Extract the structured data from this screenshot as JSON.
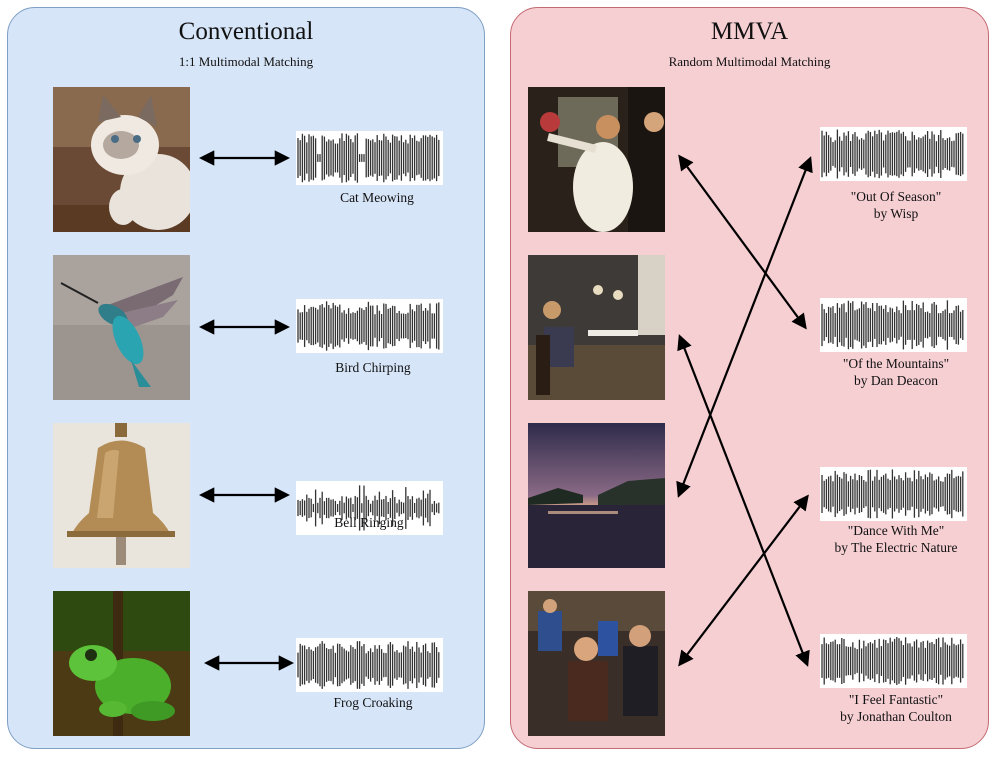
{
  "left_panel": {
    "title": "Conventional",
    "subtitle": "1:1 Multimodal Matching",
    "rows": [
      {
        "image": "kitten-photo",
        "label": "Cat Meowing"
      },
      {
        "image": "hummingbird-photo",
        "label": "Bird Chirping"
      },
      {
        "image": "brass-bell-photo",
        "label": "Bell Ringing"
      },
      {
        "image": "tree-frog-photo",
        "label": "Frog Croaking"
      }
    ]
  },
  "right_panel": {
    "title": "MMVA",
    "subtitle": "Random Multimodal Matching",
    "images": [
      "wedding-dance-photo",
      "restaurant-diner-photo",
      "beach-sunset-photo",
      "sports-fans-photo"
    ],
    "audio": [
      {
        "title": "\"Out Of Season\"",
        "artist": "by Wisp"
      },
      {
        "title": "\"Of the Mountains\"",
        "artist": "by Dan Deacon"
      },
      {
        "title": "\"Dance With Me\"",
        "artist": "by The Electric Nature"
      },
      {
        "title": "\"I Feel Fantastic\"",
        "artist": "by Jonathan Coulton"
      }
    ]
  },
  "colors": {
    "left_bg": "#d6e5f8",
    "right_bg": "#f6cfd3",
    "arrow": "#000000",
    "waveform": "#333333"
  }
}
